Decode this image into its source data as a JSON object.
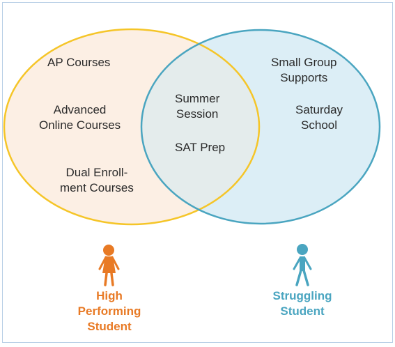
{
  "left_set": {
    "items": [
      [
        "AP Courses"
      ],
      [
        "Advanced",
        "Online Courses"
      ],
      [
        "Dual Enroll-",
        "ment Courses"
      ]
    ],
    "caption": [
      "High",
      "Performing",
      "Student"
    ],
    "color": "#e87a25",
    "circle_fill": "#fcefe4",
    "circle_stroke": "#f5c528"
  },
  "overlap": {
    "items": [
      [
        "Summer",
        "Session"
      ],
      [
        "SAT Prep"
      ]
    ],
    "fill": "#e4ecec"
  },
  "right_set": {
    "items": [
      [
        "Small Group",
        "Supports"
      ],
      [
        "Saturday",
        "School"
      ]
    ],
    "caption": [
      "Struggling",
      "Student"
    ],
    "color": "#4aa5c0",
    "circle_fill": "#dceef6",
    "circle_stroke": "#4aa5c0"
  },
  "icons": {
    "left_person": "female-person-icon",
    "right_person": "male-person-icon"
  }
}
